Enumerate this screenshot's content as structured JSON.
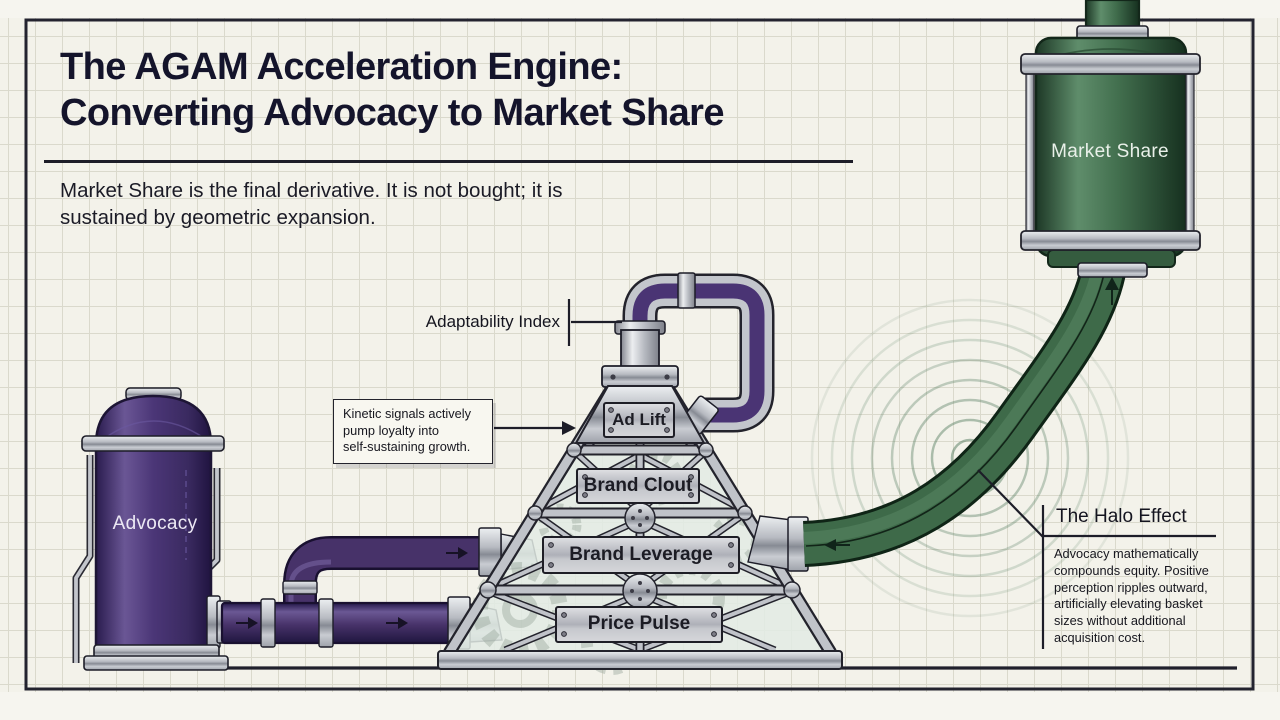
{
  "meta": {
    "background": "#f3f2ea",
    "ink": "#1d1d28",
    "purple": "#4b3677",
    "green": "#426f4e"
  },
  "header": {
    "title_line1": "The AGAM Acceleration Engine:",
    "title_line2": "Converting Advocacy to Market Share",
    "subtitle_line1": "Market Share is the final derivative. It is not bought; it is",
    "subtitle_line2": "sustained by geometric expansion."
  },
  "machine": {
    "advocacy_tank": {
      "label": "Advocacy",
      "color": "#4b3677"
    },
    "market_share_tank": {
      "label": "Market Share",
      "color": "#426f4e"
    },
    "pyramid_plates": [
      {
        "label": "Ad Lift"
      },
      {
        "label": "Brand Clout"
      },
      {
        "label": "Brand Leverage"
      },
      {
        "label": "Price Pulse"
      }
    ]
  },
  "annotations": {
    "adaptability": {
      "label": "Adaptability Index"
    },
    "kinetic": {
      "line1": "Kinetic signals actively",
      "line2": "pump loyalty into",
      "line3": "self-sustaining growth."
    },
    "halo": {
      "title": "The Halo Effect",
      "line1": "Advocacy mathematically",
      "line2": "compounds equity. Positive",
      "line3": "perception ripples outward,",
      "line4": "artificially elevating basket",
      "line5": "sizes without additional",
      "line6": "acquisition cost."
    }
  }
}
